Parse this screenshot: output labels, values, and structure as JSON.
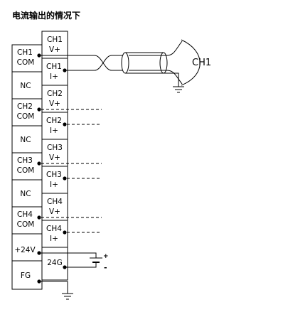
{
  "title": "电流输出的情况下",
  "left_terminals": [
    {
      "line1": "CH1",
      "line2": "COM"
    },
    {
      "line1": "NC",
      "line2": ""
    },
    {
      "line1": "CH2",
      "line2": "COM"
    },
    {
      "line1": "NC",
      "line2": ""
    },
    {
      "line1": "CH3",
      "line2": "COM"
    },
    {
      "line1": "NC",
      "line2": ""
    },
    {
      "line1": "CH4",
      "line2": "COM"
    },
    {
      "line1": "+24V",
      "line2": ""
    },
    {
      "line1": "FG",
      "line2": ""
    }
  ],
  "right_terminals": [
    {
      "line1": "CH1",
      "line2": "V+"
    },
    {
      "line1": "CH1",
      "line2": "I+"
    },
    {
      "line1": "CH2",
      "line2": "V+"
    },
    {
      "line1": "CH2",
      "line2": "I+"
    },
    {
      "line1": "CH3",
      "line2": "V+"
    },
    {
      "line1": "CH3",
      "line2": "I+"
    },
    {
      "line1": "CH4",
      "line2": "V+"
    },
    {
      "line1": "CH4",
      "line2": "I+"
    },
    {
      "line1": "24G",
      "line2": ""
    }
  ],
  "load_label": "CH1",
  "battery": {
    "plus": "+",
    "minus": "-"
  }
}
